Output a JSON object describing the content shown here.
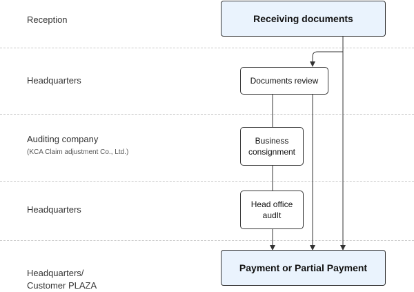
{
  "lanes": [
    {
      "label": "Reception",
      "sublabel": ""
    },
    {
      "label": "Headquarters",
      "sublabel": ""
    },
    {
      "label": "Auditing company",
      "sublabel": "(KCA Claim adjustment Co., Ltd.)"
    },
    {
      "label": "Headquarters",
      "sublabel": ""
    },
    {
      "label": "Headquarters/\nCustomer PLAZA",
      "sublabel": ""
    }
  ],
  "nodes": {
    "receiving": "Receiving documents",
    "review": "Documents review",
    "business": "Business\nconsignment",
    "head_office": "Head office\naudIt",
    "payment": "Payment or Partial Payment"
  },
  "colors": {
    "terminal_fill": "#eaf3fd",
    "stroke": "#333333",
    "divider": "#c8c8c8"
  }
}
